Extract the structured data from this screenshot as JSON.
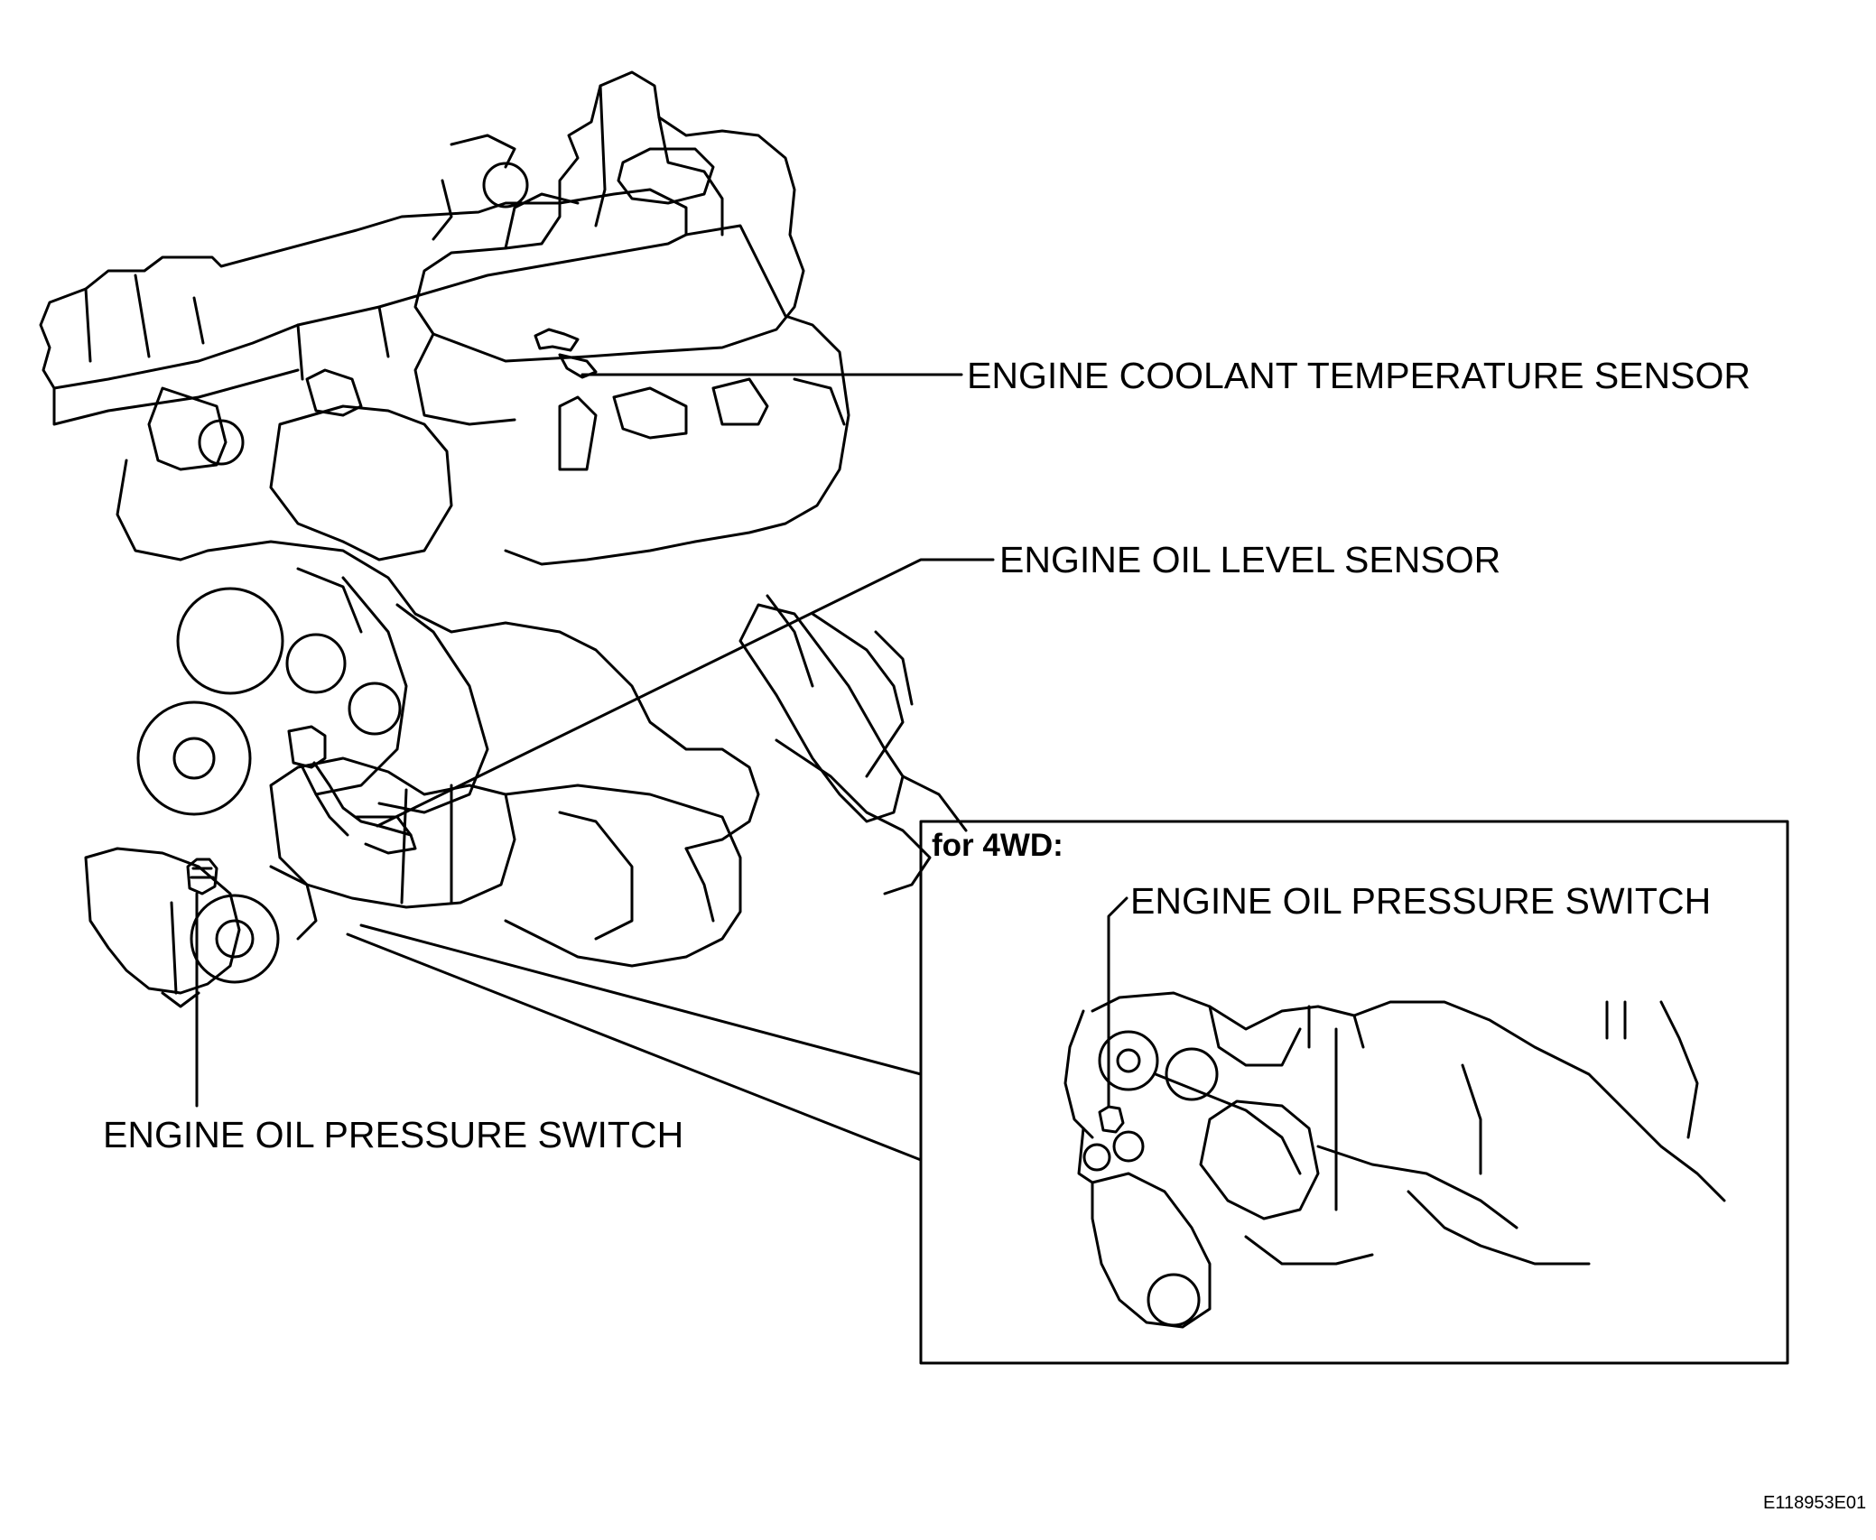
{
  "labels": {
    "coolant_sensor": "ENGINE COOLANT TEMPERATURE SENSOR",
    "oil_level_sensor": "ENGINE OIL LEVEL SENSOR",
    "oil_pressure_switch_main": "ENGINE OIL PRESSURE SWITCH",
    "oil_pressure_switch_inset": "ENGINE OIL PRESSURE SWITCH"
  },
  "inset": {
    "title": "for 4WD:"
  },
  "figure_id": "E118953E01",
  "colors": {
    "line": "#000000",
    "background": "#ffffff"
  }
}
